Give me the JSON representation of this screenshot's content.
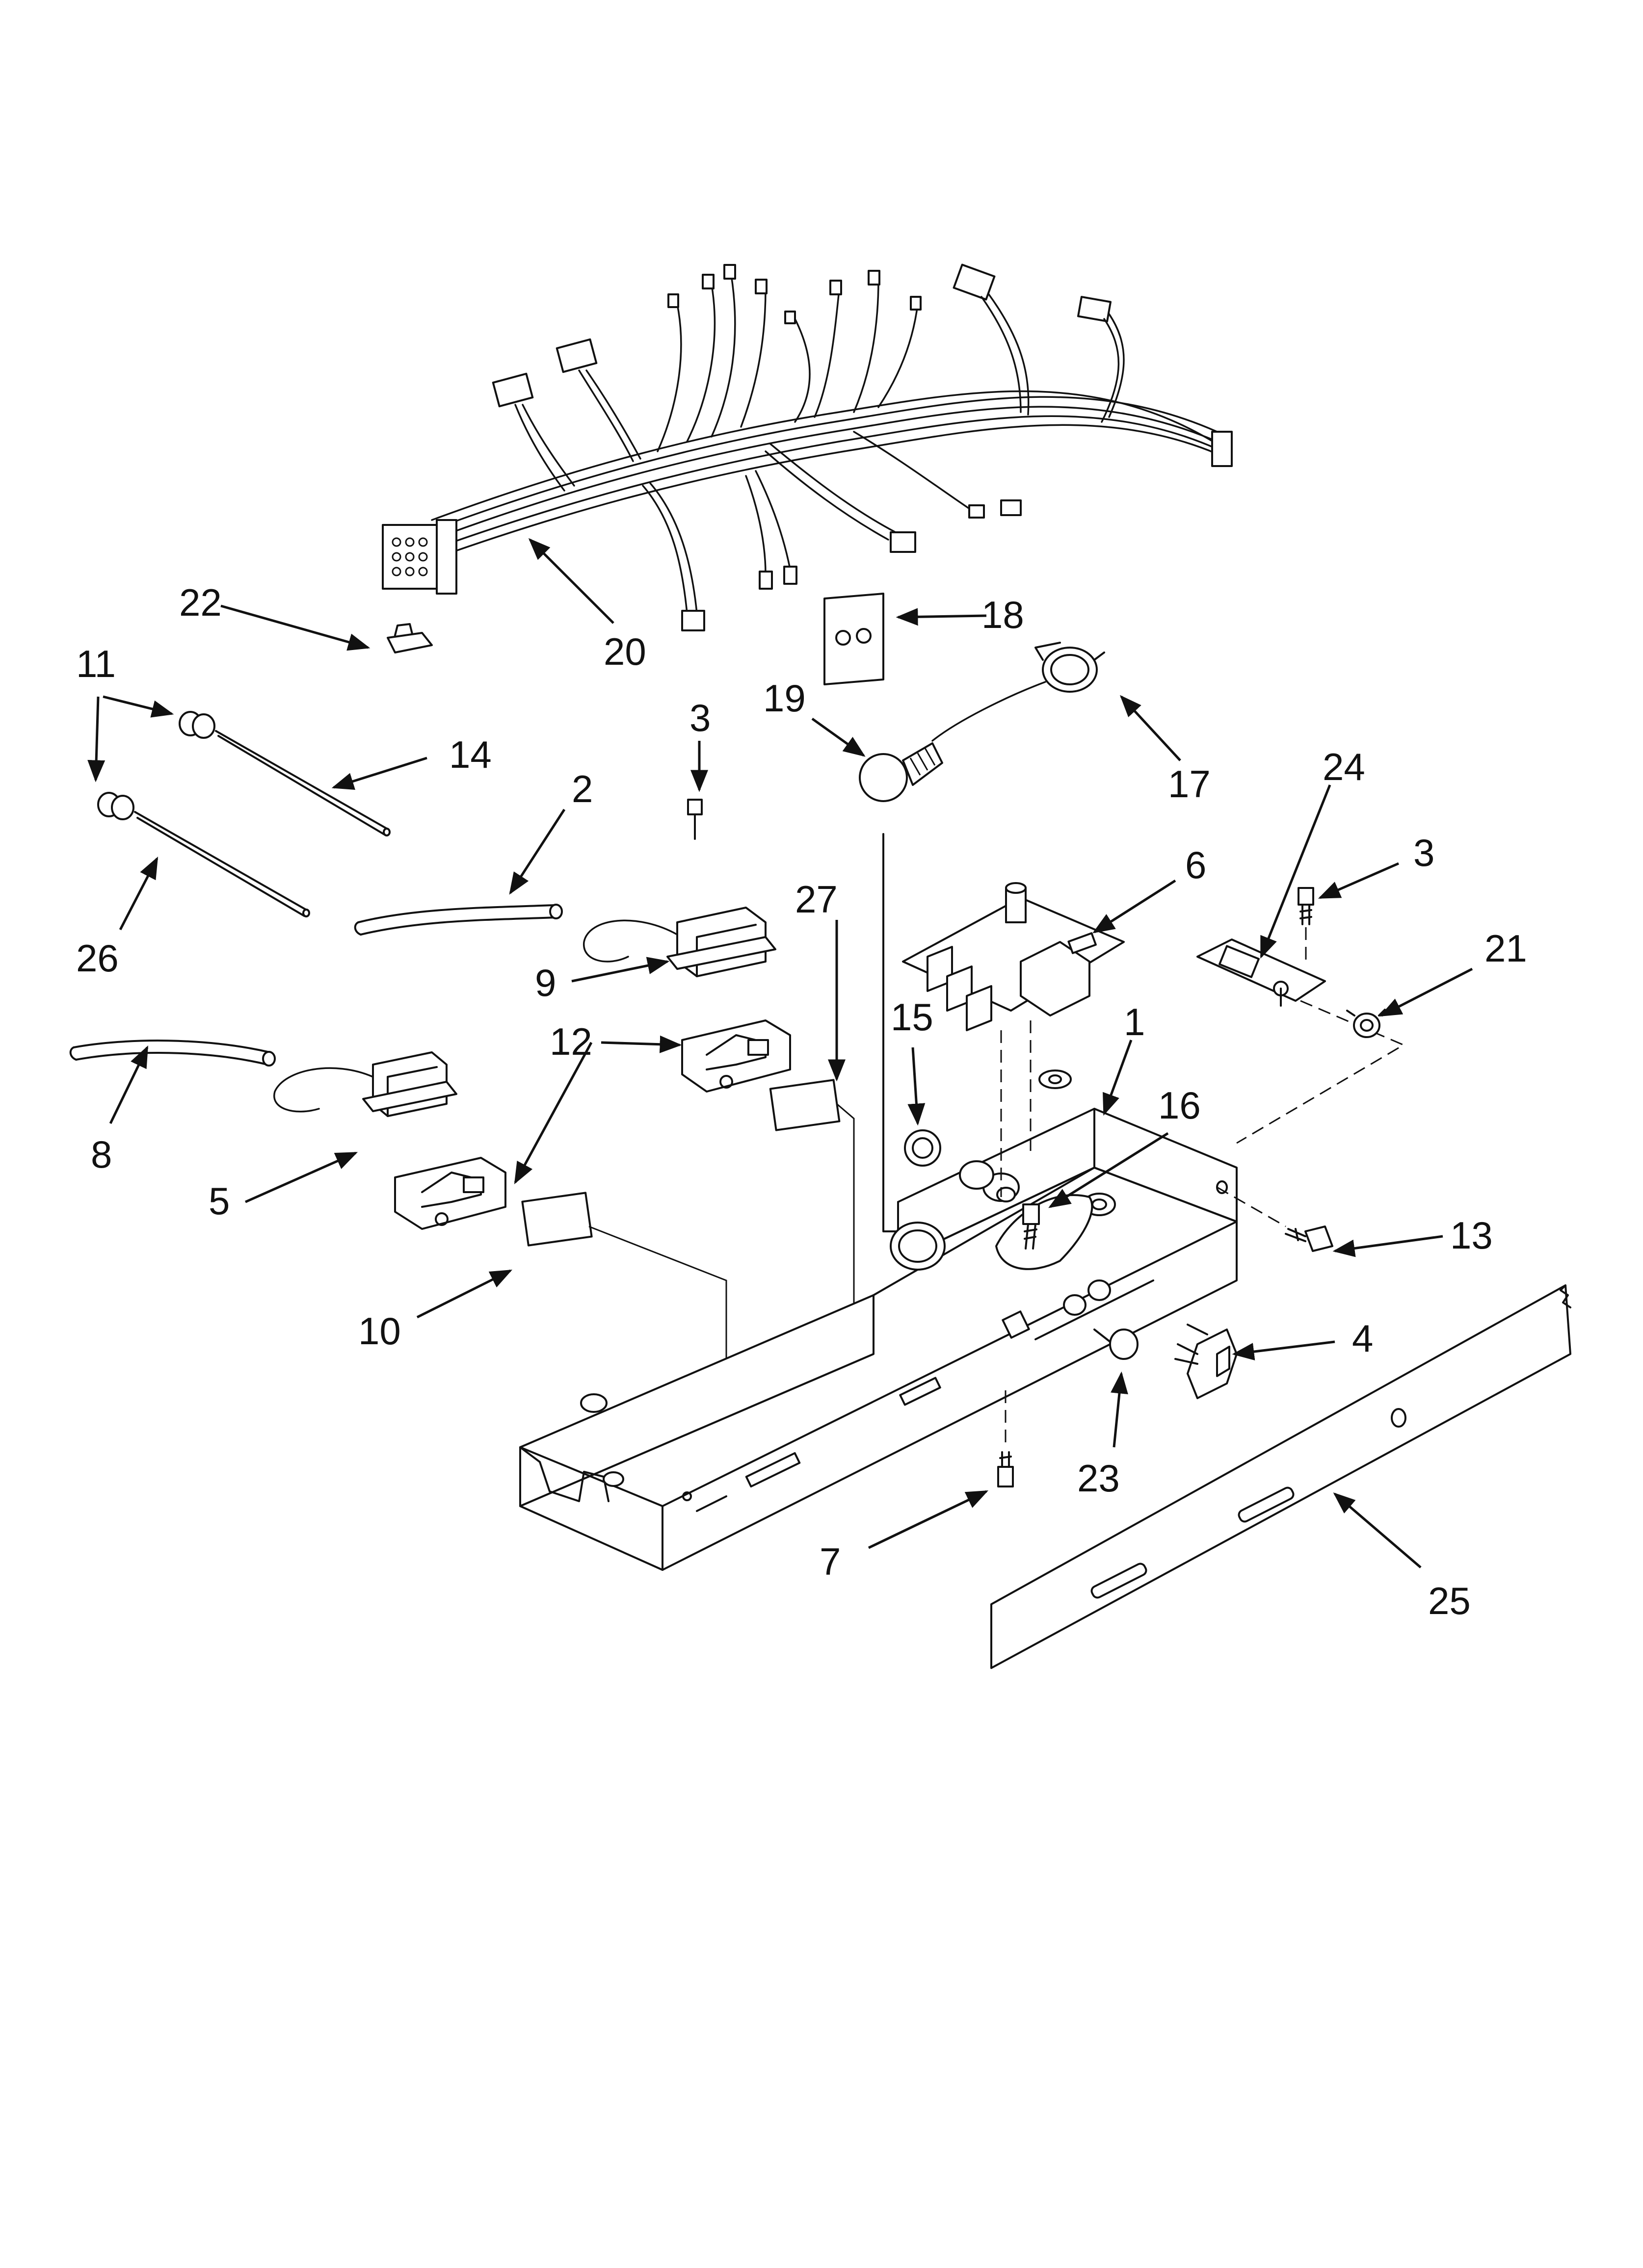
{
  "diagram": {
    "type": "exploded-parts-diagram",
    "callouts": [
      {
        "id": "c1",
        "label": "1"
      },
      {
        "id": "c2",
        "label": "2"
      },
      {
        "id": "c3a",
        "label": "3"
      },
      {
        "id": "c3b",
        "label": "3"
      },
      {
        "id": "c4",
        "label": "4"
      },
      {
        "id": "c5",
        "label": "5"
      },
      {
        "id": "c6",
        "label": "6"
      },
      {
        "id": "c7",
        "label": "7"
      },
      {
        "id": "c8",
        "label": "8"
      },
      {
        "id": "c9",
        "label": "9"
      },
      {
        "id": "c10",
        "label": "10"
      },
      {
        "id": "c11",
        "label": "11"
      },
      {
        "id": "c12",
        "label": "12"
      },
      {
        "id": "c13",
        "label": "13"
      },
      {
        "id": "c14",
        "label": "14"
      },
      {
        "id": "c15",
        "label": "15"
      },
      {
        "id": "c16",
        "label": "16"
      },
      {
        "id": "c17",
        "label": "17"
      },
      {
        "id": "c18",
        "label": "18"
      },
      {
        "id": "c19",
        "label": "19"
      },
      {
        "id": "c20",
        "label": "20"
      },
      {
        "id": "c21",
        "label": "21"
      },
      {
        "id": "c22",
        "label": "22"
      },
      {
        "id": "c23",
        "label": "23"
      },
      {
        "id": "c24",
        "label": "24"
      },
      {
        "id": "c25",
        "label": "25"
      },
      {
        "id": "c26",
        "label": "26"
      },
      {
        "id": "c27",
        "label": "27"
      }
    ]
  }
}
